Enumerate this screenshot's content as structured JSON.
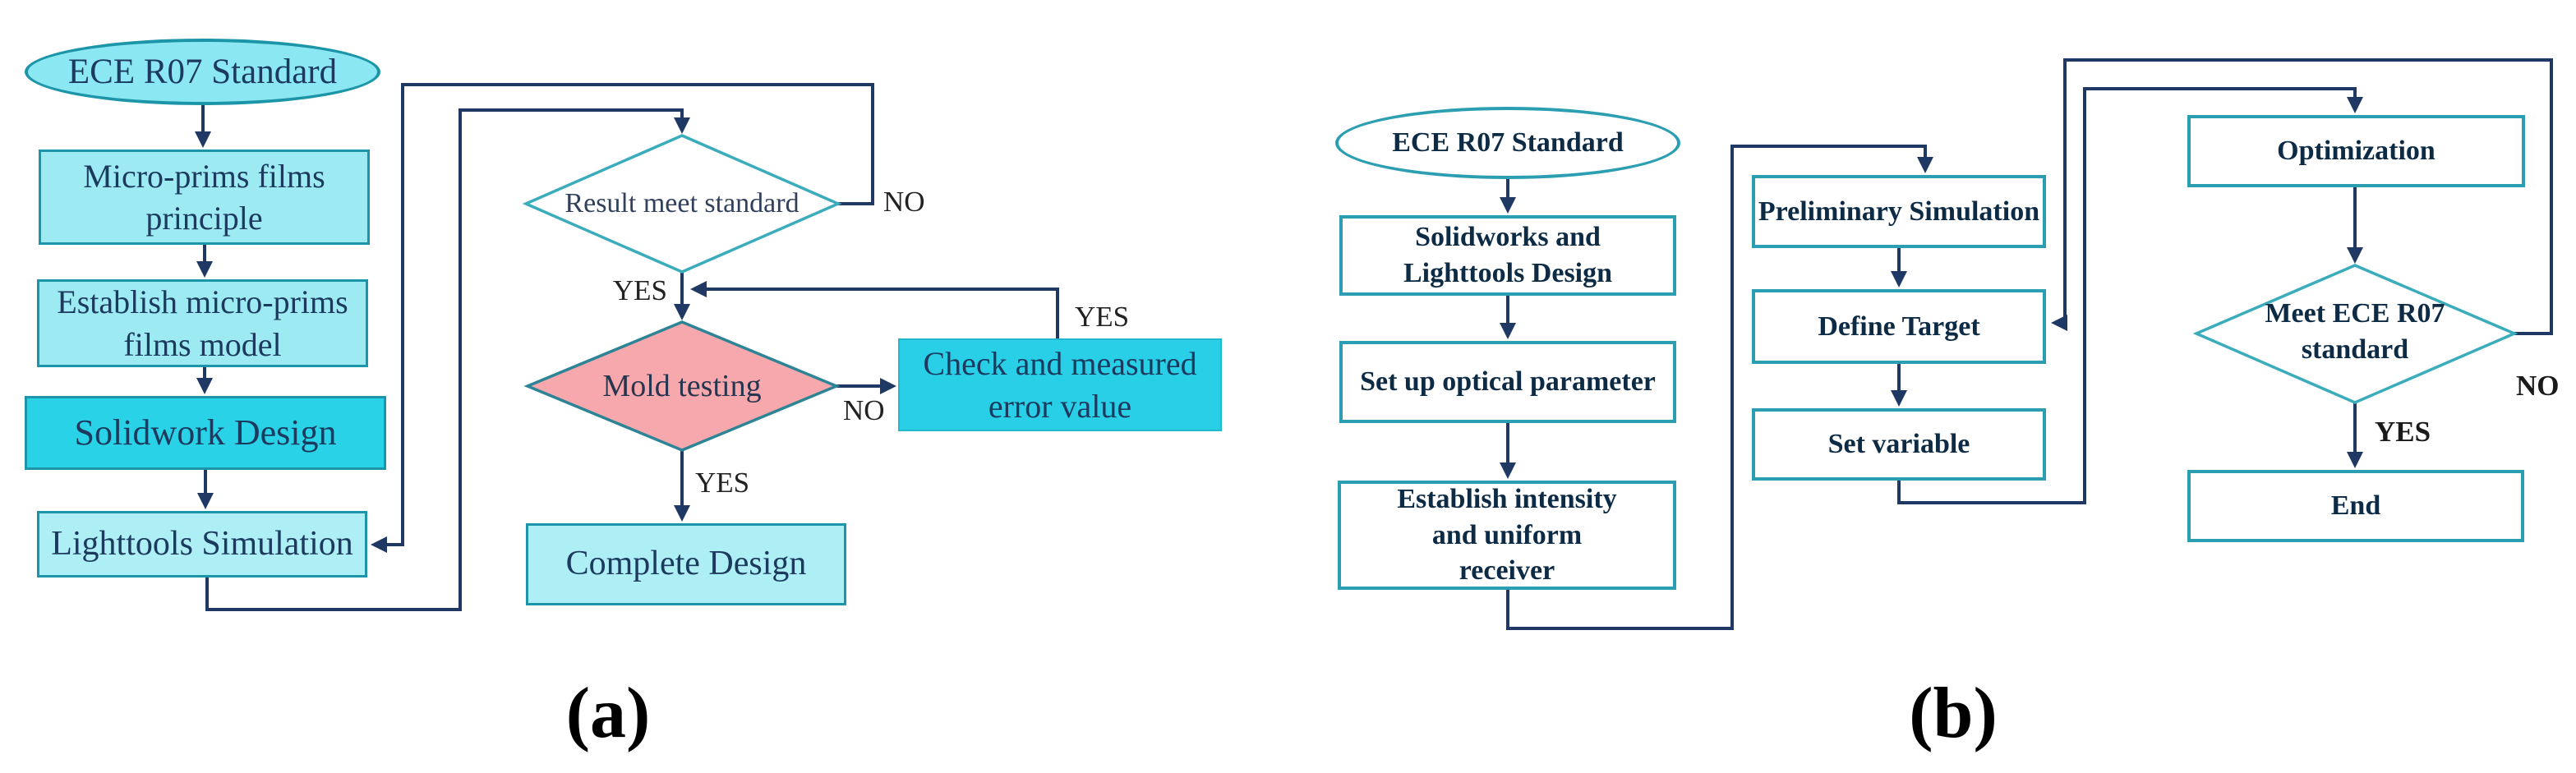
{
  "figure": {
    "caption_a": "(a)",
    "caption_b": "(b)"
  },
  "colors": {
    "connector_navy": "#1f3864",
    "teal_border_a": "#1d95a8",
    "teal_border_b": "#2b9fb1",
    "diamond_stroke": "#3aacbc",
    "mold_diamond_stroke": "#2d8496",
    "oval_fill_a": "#8be7f2",
    "box_fill_light_cyan": "#9deaf2",
    "box_fill_lighter_cyan": "#aeeef5",
    "box_fill_bright_cyan": "#29d2e6",
    "check_box_fill": "#28cfe7",
    "mold_diamond_fill": "#f7a8ac",
    "text_a": "#1b3a5e",
    "text_b": "#0d2b45"
  },
  "flowchart_a": {
    "nodes": {
      "start": "ECE R07 Standard",
      "principle": "Micro-prims films principle",
      "model": "Establish micro-prims films model",
      "solidwork": "Solidwork Design",
      "lighttools": "Lighttools Simulation",
      "result_decision": "Result meet standard",
      "mold_decision": "Mold testing",
      "check_error": "Check and measured error value",
      "complete": "Complete Design"
    },
    "edge_labels": {
      "result_no": "NO",
      "result_yes": "YES",
      "mold_no": "NO",
      "mold_yes": "YES",
      "check_yes": "YES"
    }
  },
  "flowchart_b": {
    "nodes": {
      "start": "ECE R07 Standard",
      "design": "Solidworks and Lighttools Design",
      "optical": "Set up optical parameter",
      "receiver": "Establish intensity and uniform receiver",
      "preliminary": "Preliminary Simulation",
      "define_target": "Define Target",
      "set_variable": "Set variable",
      "optimization": "Optimization",
      "meet_decision": "Meet ECE R07 standard",
      "end": "End"
    },
    "edge_labels": {
      "no": "NO",
      "yes": "YES"
    }
  }
}
